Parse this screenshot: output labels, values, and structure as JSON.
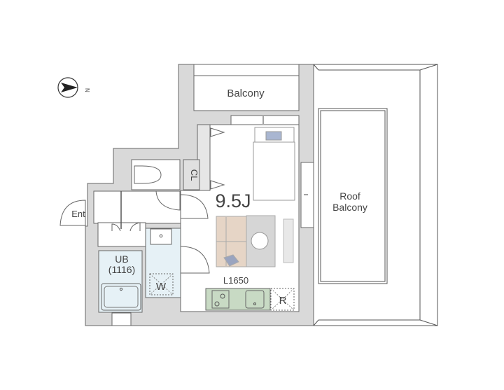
{
  "compass": {
    "label": "N"
  },
  "rooms": {
    "balcony": "Balcony",
    "roof_balcony_line1": "Roof",
    "roof_balcony_line2": "Balcony",
    "entrance": "Ent",
    "closet": "CL",
    "main_room": "9.5J",
    "unit_bath": "UB",
    "unit_bath_size": "(1116)",
    "washer": "W",
    "kitchen": "L1650",
    "refrigerator": "R"
  },
  "colors": {
    "wall": "#d9d9d9",
    "wet_area": "#e6f1f6",
    "kitchen": "#c8dac4",
    "sofa": "#e6d5c6",
    "table": "#d6d6d6"
  }
}
